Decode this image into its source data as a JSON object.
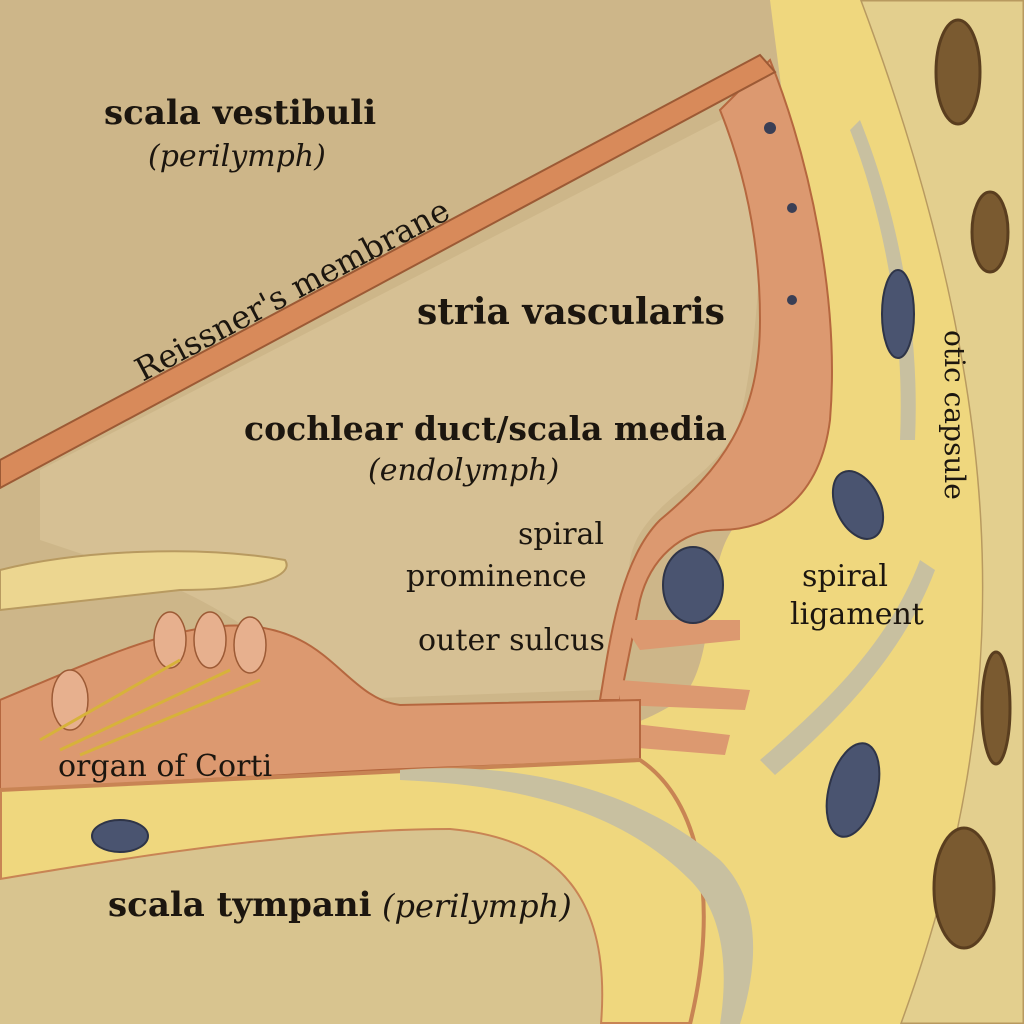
{
  "labels": {
    "scala_vestibuli": "scala vestibuli",
    "scala_vestibuli_fluid": "(perilymph)",
    "reissner": "Reissner's membrane",
    "stria": "stria vascularis",
    "duct": "cochlear duct/scala media",
    "duct_fluid": "(endolymph)",
    "spiral_prominence_1": "spiral",
    "spiral_prominence_2": "prominence",
    "outer_sulcus": "outer sulcus",
    "spiral_ligament_1": "spiral",
    "spiral_ligament_2": "ligament",
    "otic_capsule": "otic capsule",
    "organ_of_corti": "organ of Corti",
    "scala_tympani": "scala tympani",
    "scala_tympani_fluid": "(perilymph)"
  },
  "colors": {
    "background": "#cdb689",
    "bone": "#e3cf8e",
    "ligament": "#efd77e",
    "epithelium": "#dc9970",
    "membrane": "#d88a5a",
    "vessel": "#4a5470",
    "gray_tissue": "#c8c0a0",
    "text": "#1c160f"
  }
}
